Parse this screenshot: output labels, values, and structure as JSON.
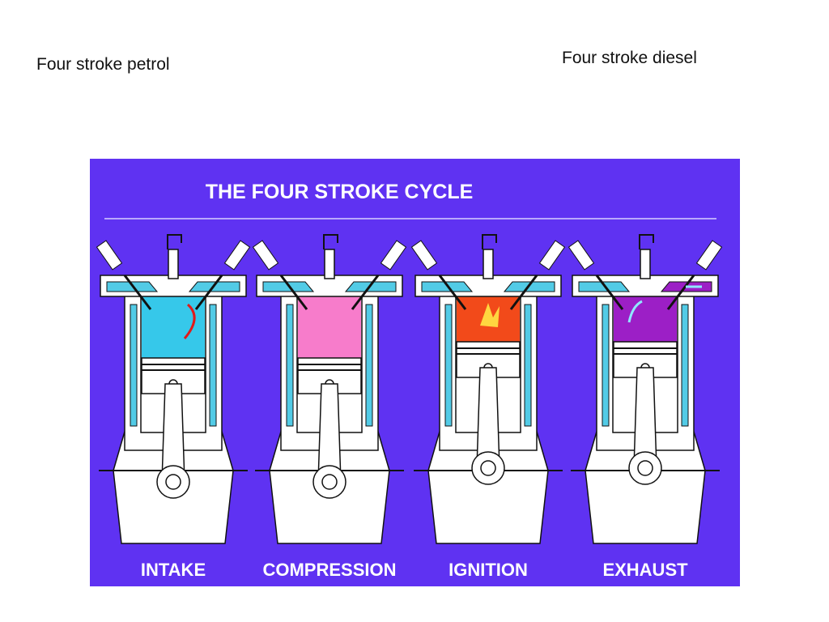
{
  "slide": {
    "left_label": "Four stroke petrol",
    "right_label": "Four stroke diesel"
  },
  "diagram": {
    "title": "THE FOUR STROKE CYCLE",
    "background_color": "#5f32f2",
    "stages": [
      {
        "label": "INTAKE",
        "chamber_color": "#36c8ea",
        "chamber_fill": 1.0
      },
      {
        "label": "COMPRESSION",
        "chamber_color": "#f77ccb",
        "chamber_fill": 1.0
      },
      {
        "label": "IGNITION",
        "chamber_color": "#f24a1a",
        "chamber_fill": 1.0
      },
      {
        "label": "EXHAUST",
        "chamber_color": "#9c1fc6",
        "chamber_fill": 1.0
      }
    ],
    "colors": {
      "engine_body": "#ffffff",
      "outline": "#111111",
      "water_jacket": "#52cbe6",
      "intake_arrow": "#e01a1a",
      "exhaust_arrow": "#8fe8ff",
      "flame": "#ffd640"
    }
  }
}
